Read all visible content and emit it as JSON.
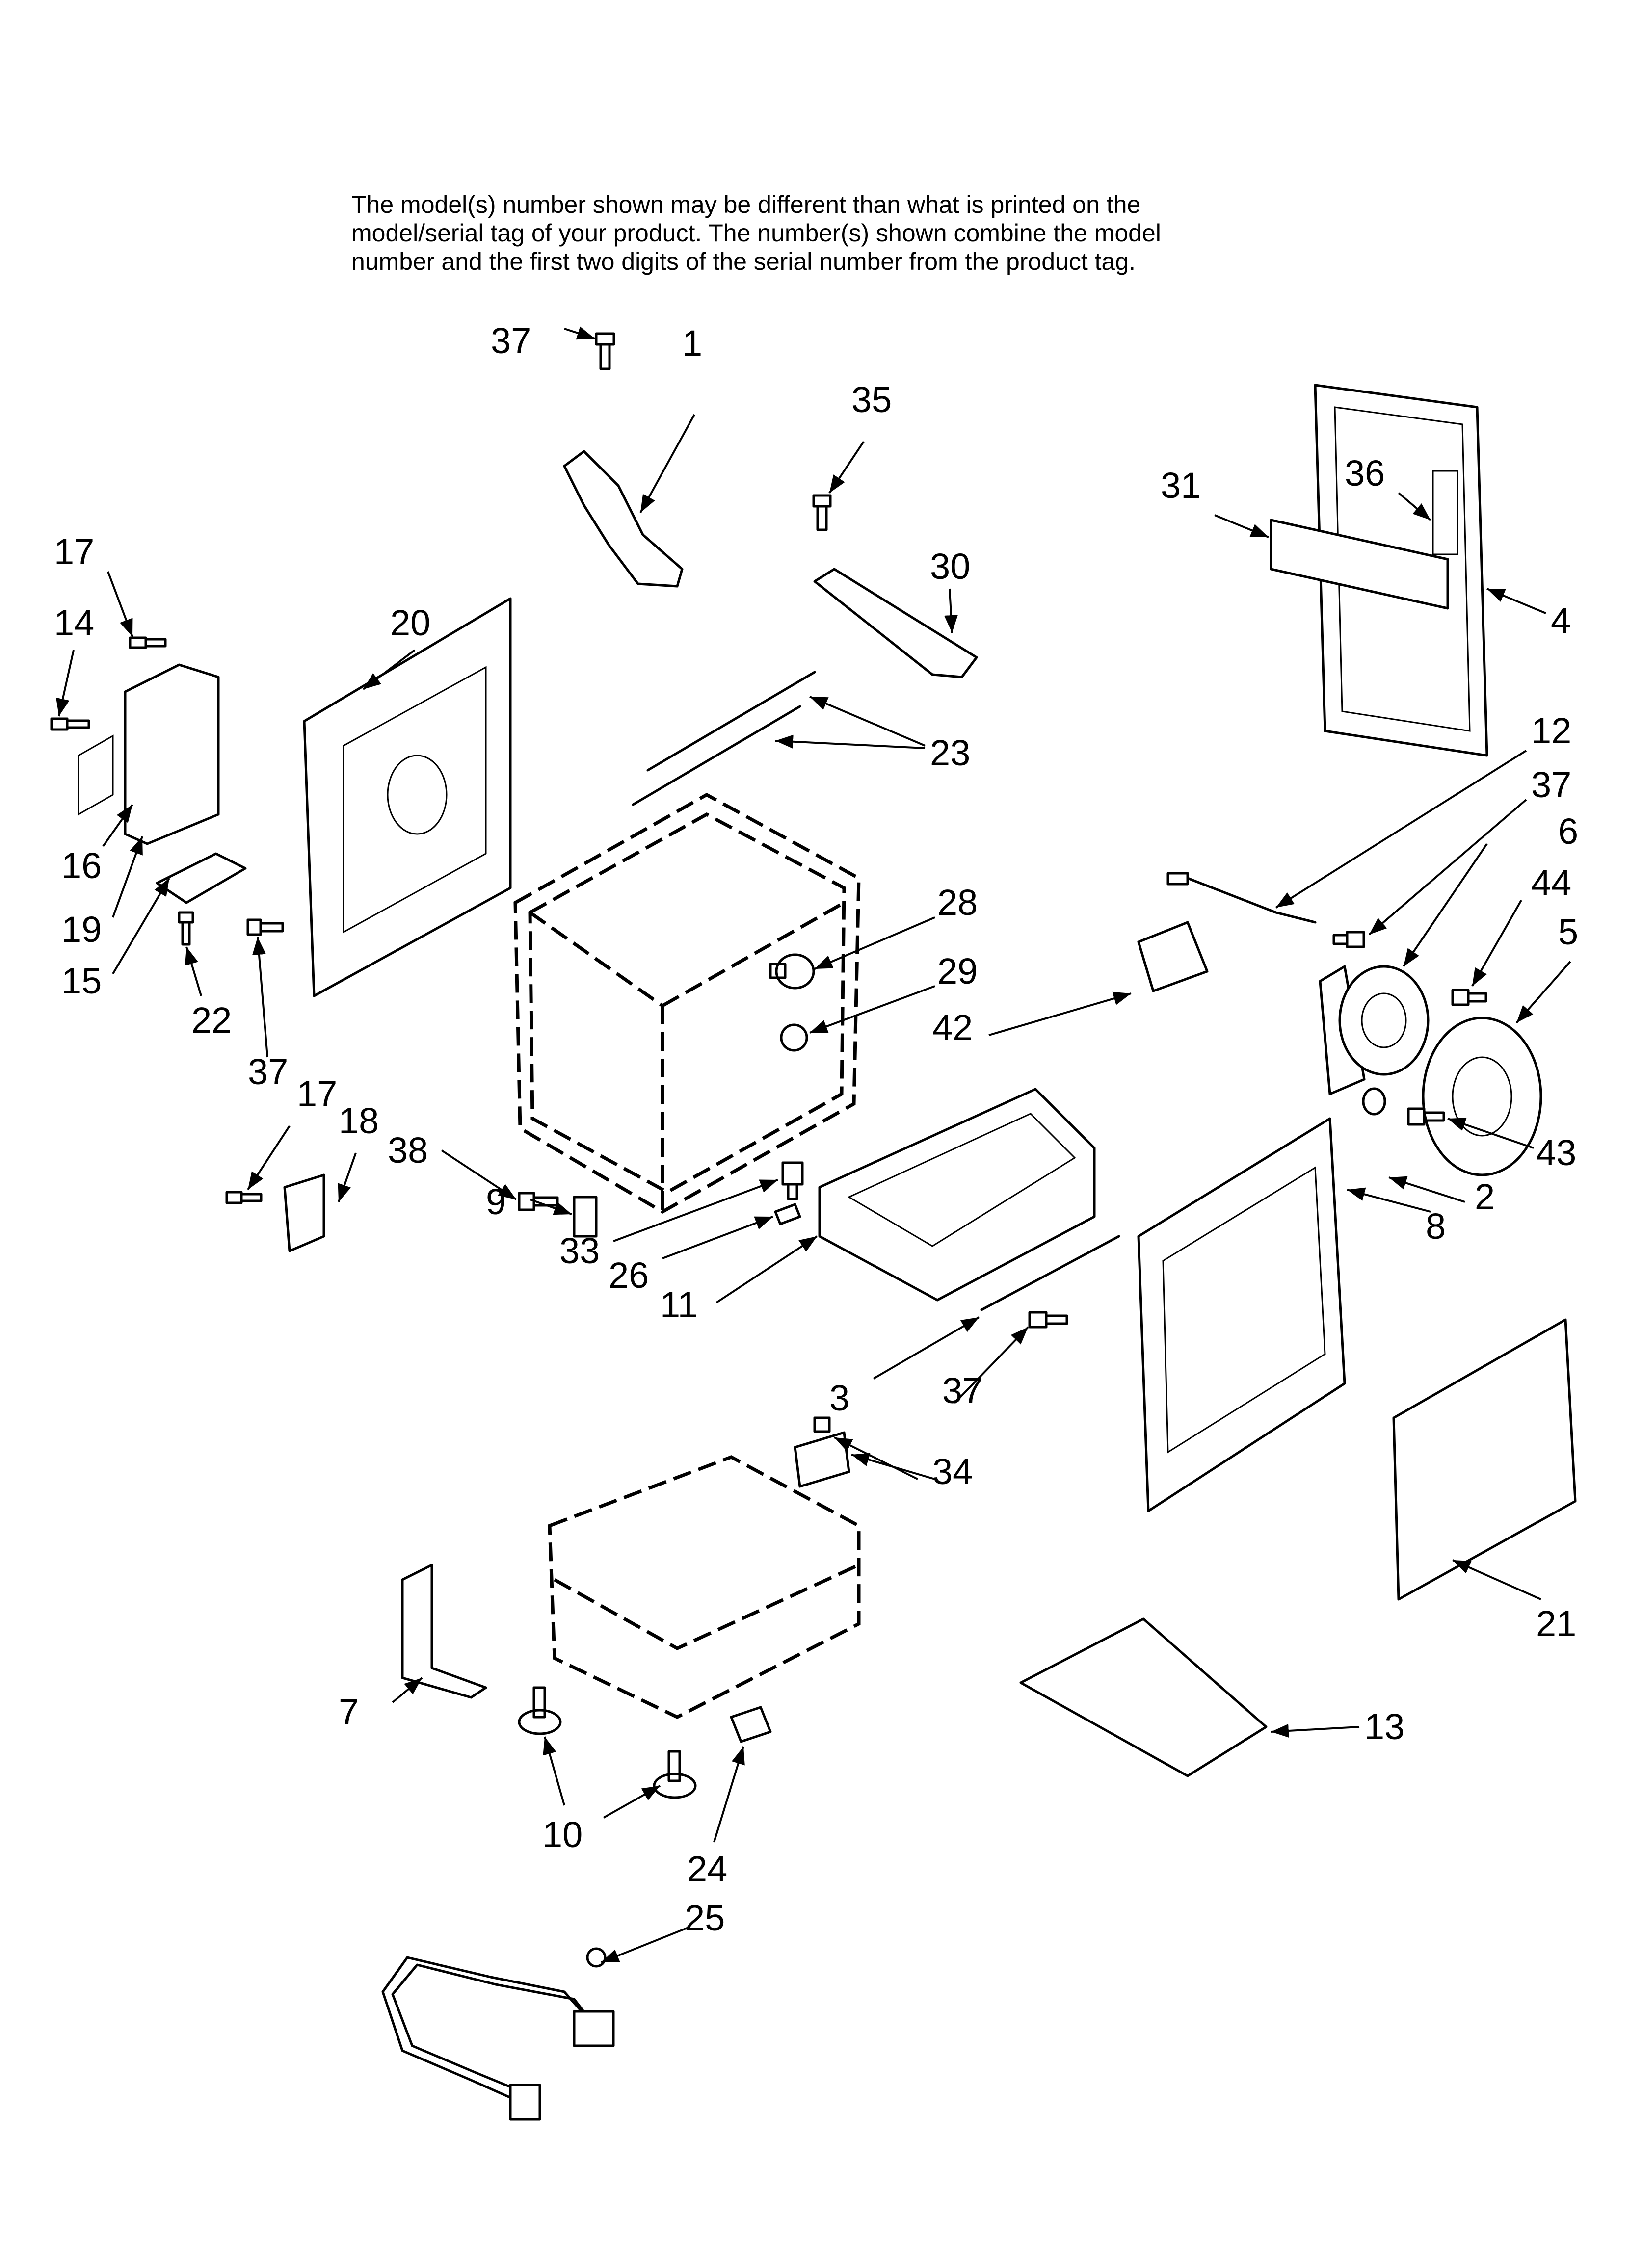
{
  "note": {
    "line1": "The model(s) number shown may be different than what is printed on the",
    "line2": "model/serial tag of your product. The number(s) shown combine the model",
    "line3": "number and the first two digits of the serial number from the product tag."
  },
  "labels": {
    "p37a": "37",
    "p1": "1",
    "p35": "35",
    "p31": "31",
    "p36": "36",
    "p4": "4",
    "p17a": "17",
    "p14": "14",
    "p20": "20",
    "p30": "30",
    "p23": "23",
    "p12": "12",
    "p37b": "37",
    "p6": "6",
    "p44": "44",
    "p5": "5",
    "p16": "16",
    "p19": "19",
    "p15": "15",
    "p22": "22",
    "p28": "28",
    "p29": "29",
    "p42": "42",
    "p37c": "37",
    "p17b": "17",
    "p18": "18",
    "p38": "38",
    "p9": "9",
    "p33": "33",
    "p26": "26",
    "p11": "11",
    "p43": "43",
    "p2": "2",
    "p8": "8",
    "p3": "3",
    "p37d": "37",
    "p34": "34",
    "p21": "21",
    "p7": "7",
    "p13": "13",
    "p10": "10",
    "p24": "24",
    "p25": "25"
  }
}
